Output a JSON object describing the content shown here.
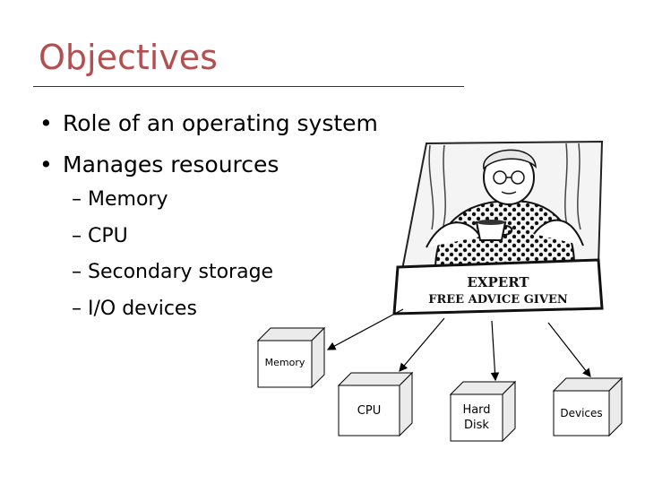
{
  "slide": {
    "title": "Objectives",
    "bullets": [
      {
        "text": "Role of an operating system"
      },
      {
        "text": "Manages resources"
      }
    ],
    "sub_bullets": [
      {
        "text": "– Memory"
      },
      {
        "text": "– CPU"
      },
      {
        "text": "– Secondary storage"
      },
      {
        "text": "– I/O devices"
      }
    ]
  },
  "cartoon": {
    "sign_line_1": "EXPERT",
    "sign_line_2": "FREE ADVICE GIVEN"
  },
  "boxes": {
    "memory": "Memory",
    "cpu": "CPU",
    "hard_disk_line_1": "Hard",
    "hard_disk_line_2": "Disk",
    "devices": "Devices"
  },
  "colors": {
    "title": "#b3504f"
  }
}
